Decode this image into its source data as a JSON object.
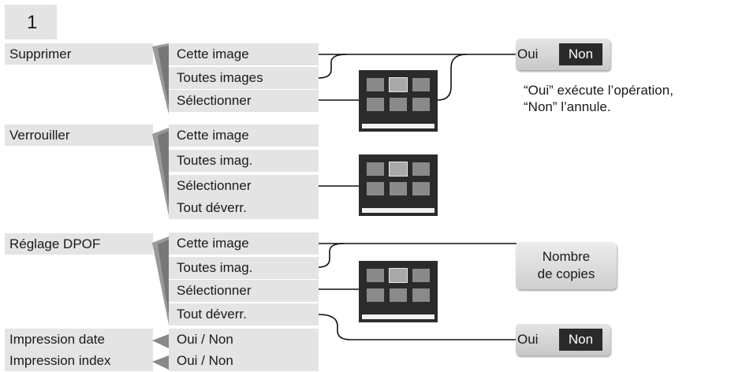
{
  "page_number": "1",
  "menus": {
    "delete": {
      "label": "Supprimer",
      "options": [
        "Cette image",
        "Toutes images",
        "Sélectionner"
      ]
    },
    "lock": {
      "label": "Verrouiller",
      "options": [
        "Cette image",
        "Toutes imag.",
        "Sélectionner",
        "Tout déverr."
      ]
    },
    "dpof": {
      "label": "Réglage DPOF",
      "options": [
        "Cette image",
        "Toutes imag.",
        "Sélectionner",
        "Tout déverr."
      ]
    },
    "print_date": {
      "label": "Impression date",
      "option": "Oui / Non"
    },
    "print_index": {
      "label": "Impression index",
      "option": "Oui / Non"
    }
  },
  "confirm_dialog": {
    "yes": "Oui",
    "no": "Non"
  },
  "note": {
    "line1": "“Oui” exécute l’opération,",
    "line2": "“Non” l’annule."
  },
  "copies_box": {
    "line1": "Nombre",
    "line2": "de copies"
  },
  "colors": {
    "menu_bg": "#e4e4e4",
    "selected_bg": "#2a2a2a",
    "thumb_bg": "#2b2b2b"
  }
}
